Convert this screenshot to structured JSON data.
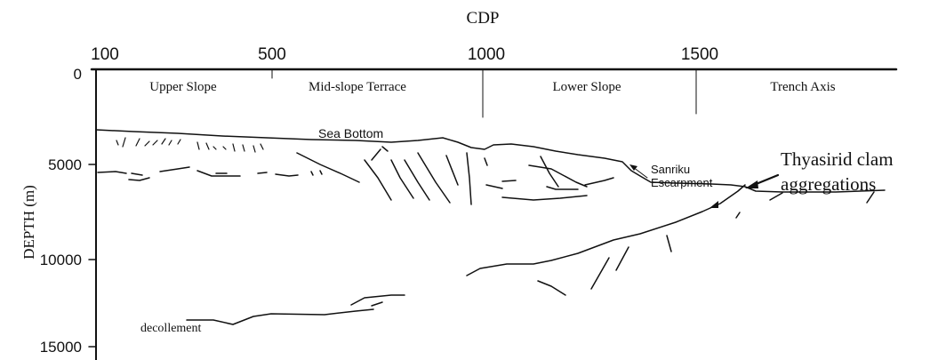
{
  "xaxis": {
    "title": "CDP",
    "ticks": [
      "100",
      "500",
      "1000",
      "1500"
    ]
  },
  "yaxis": {
    "title": "DEPTH (m)",
    "ticks": [
      "0",
      "5000",
      "10000",
      "15000"
    ]
  },
  "zones": [
    "Upper Slope",
    "Mid-slope Terrace",
    "Lower Slope",
    "Trench Axis"
  ],
  "labels": {
    "sea_bottom": "Sea Bottom",
    "sanriku_line1": "Sanriku",
    "sanriku_line2": "Escarpment",
    "thyasirid_line1": "Thyasirid clam",
    "thyasirid_line2": "aggregations",
    "decollement": "decollement"
  },
  "colors": {
    "ink": "#111111",
    "background": "#ffffff"
  }
}
